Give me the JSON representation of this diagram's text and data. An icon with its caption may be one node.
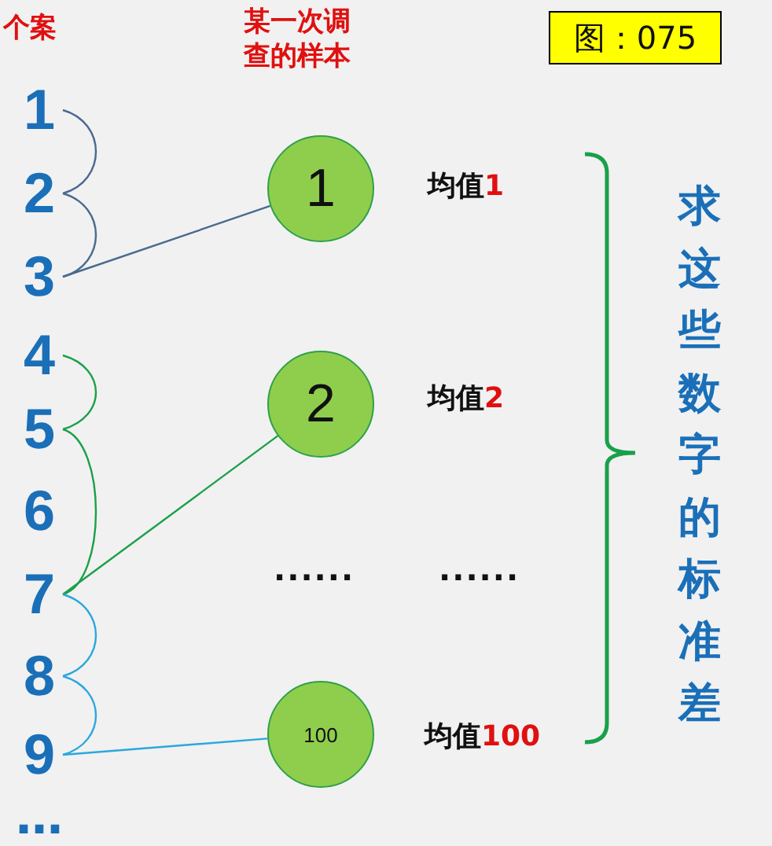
{
  "diagram": {
    "nodes": [
      {
        "text": [
          "1"
        ]
      },
      {
        "text": [
          "2"
        ]
      },
      {
        "text": [
          "3"
        ]
      },
      {
        "text": [
          "4"
        ]
      },
      {
        "text": [
          "5"
        ]
      },
      {
        "text": [
          "6"
        ]
      },
      {
        "text": [
          "7"
        ]
      },
      {
        "text": [
          "8"
        ]
      },
      {
        "text": [
          "9"
        ]
      },
      {
        "text": [
          "1"
        ]
      },
      {
        "text": [
          "2"
        ]
      },
      {
        "text": [
          "100"
        ]
      },
      {
        "text": [
          "图：075"
        ]
      }
    ],
    "edges": [
      {
        "from": 0,
        "to": 1,
        "arrow": "none",
        "color": "#4a6a8f"
      },
      {
        "from": 1,
        "to": 2,
        "arrow": "none",
        "color": "#4a6a8f"
      },
      {
        "from": 2,
        "to": 9,
        "arrow": "none",
        "color": "#4a6a8f"
      },
      {
        "from": 3,
        "to": 4,
        "arrow": "none",
        "color": "#1aa04a"
      },
      {
        "from": 4,
        "to": 6,
        "arrow": "none",
        "color": "#1aa04a"
      },
      {
        "from": 6,
        "to": 10,
        "arrow": "none",
        "color": "#1aa04a"
      },
      {
        "from": 6,
        "to": 7,
        "arrow": "none",
        "color": "#2aa8dc"
      },
      {
        "from": 7,
        "to": 8,
        "arrow": "none",
        "color": "#2aa8dc"
      },
      {
        "from": 8,
        "to": 11,
        "arrow": "none",
        "color": "#2aa8dc"
      }
    ],
    "labels": [
      "个案",
      "某一次调查的样本",
      "均值1",
      "均值2",
      "......",
      "......",
      "均值100",
      "求这些数字的标准差",
      "…"
    ]
  }
}
